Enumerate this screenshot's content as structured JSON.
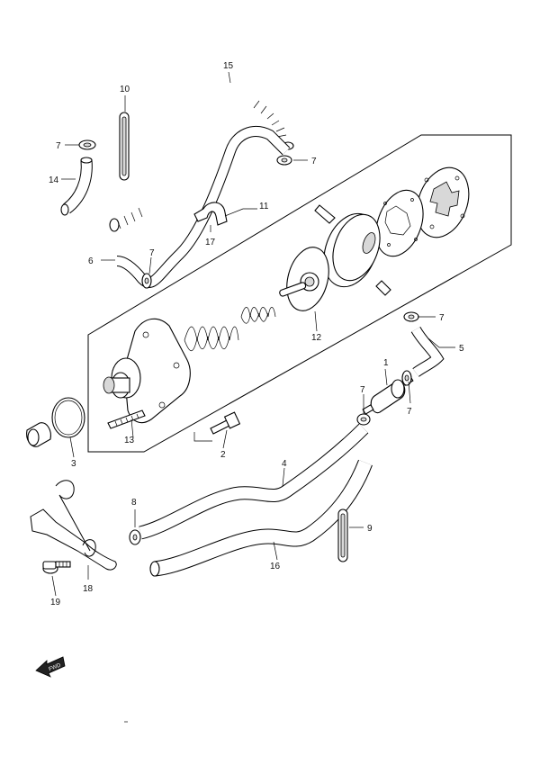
{
  "callouts": [
    {
      "id": "c1",
      "label": "1"
    },
    {
      "id": "c2",
      "label": "2"
    },
    {
      "id": "c3",
      "label": "3"
    },
    {
      "id": "c4",
      "label": "4"
    },
    {
      "id": "c5",
      "label": "5"
    },
    {
      "id": "c6",
      "label": "6"
    },
    {
      "id": "c7a",
      "label": "7"
    },
    {
      "id": "c7b",
      "label": "7"
    },
    {
      "id": "c7c",
      "label": "7"
    },
    {
      "id": "c7d",
      "label": "7"
    },
    {
      "id": "c7e",
      "label": "7"
    },
    {
      "id": "c7f",
      "label": "7"
    },
    {
      "id": "c8",
      "label": "8"
    },
    {
      "id": "c9",
      "label": "9"
    },
    {
      "id": "c10",
      "label": "10"
    },
    {
      "id": "c11",
      "label": "11"
    },
    {
      "id": "c12",
      "label": "12"
    },
    {
      "id": "c13",
      "label": "13"
    },
    {
      "id": "c14",
      "label": "14"
    },
    {
      "id": "c15",
      "label": "15"
    },
    {
      "id": "c16",
      "label": "16"
    },
    {
      "id": "c17",
      "label": "17"
    },
    {
      "id": "c18",
      "label": "18"
    },
    {
      "id": "c19",
      "label": "19"
    }
  ],
  "fwd_label": "FWD"
}
